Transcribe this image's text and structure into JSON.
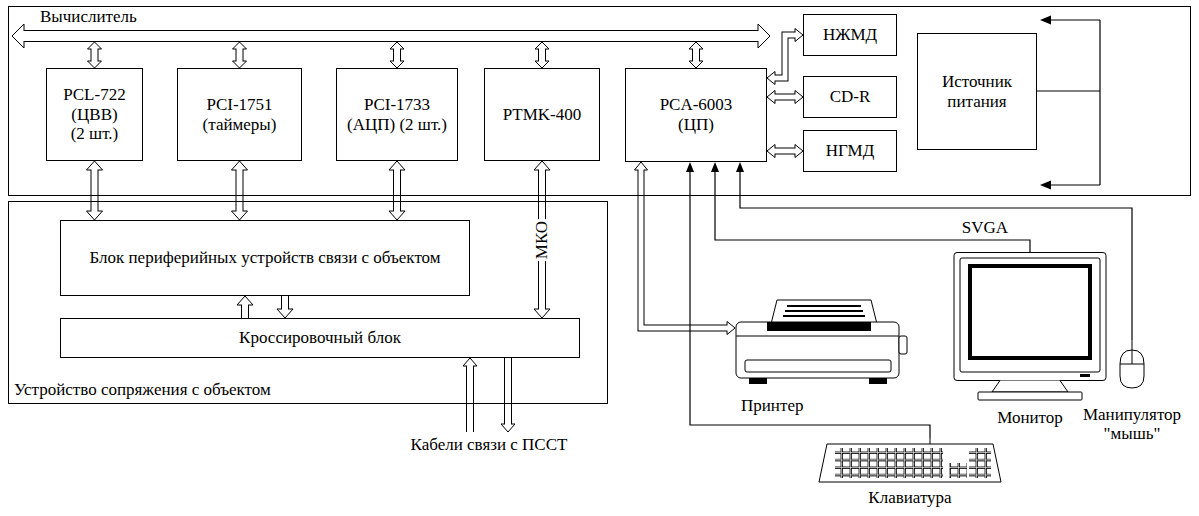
{
  "diagram": {
    "nodes": [
      {
        "text": [
          "Вычислитель"
        ]
      },
      {
        "text": [
          "PCL-722 (ЦВВ) (2 шт.)"
        ],
        "in": 0
      },
      {
        "text": [
          "PCI-1751 (таймеры)"
        ],
        "in": 0
      },
      {
        "text": [
          "PCI-1733 (АЦП) (2 шт.)"
        ],
        "in": 0
      },
      {
        "text": [
          "PTMK-400"
        ],
        "in": 0
      },
      {
        "text": [
          "PCA-6003 (ЦП)"
        ],
        "in": 0
      },
      {
        "text": [
          "НЖМД"
        ],
        "in": 0
      },
      {
        "text": [
          "CD-R"
        ],
        "in": 0
      },
      {
        "text": [
          "НГМД"
        ],
        "in": 0
      },
      {
        "text": [
          "Источник питания"
        ],
        "in": 0
      },
      {
        "text": [
          "Устройство сопряжения с объектом"
        ]
      },
      {
        "text": [
          "Блок периферийных устройств связи с объектом"
        ],
        "in": 10
      },
      {
        "text": [
          "Кроссировочный блок"
        ],
        "in": 10
      },
      {
        "text": [
          "Принтер"
        ]
      },
      {
        "text": [
          "Монитор"
        ]
      },
      {
        "text": [
          "Клавиатура"
        ]
      },
      {
        "text": [
          "Манипулятор \"мышь\""
        ]
      }
    ],
    "edges": [
      {
        "from": 1,
        "to": 11,
        "arrow": "both"
      },
      {
        "from": 2,
        "to": 11,
        "arrow": "both"
      },
      {
        "from": 3,
        "to": 11,
        "arrow": "both"
      },
      {
        "from": 4,
        "to": 12,
        "arrow": "both",
        "label": "МКО"
      },
      {
        "from": 12,
        "to": 11,
        "arrow": "to"
      },
      {
        "from": 11,
        "to": 12,
        "arrow": "to"
      },
      {
        "from": 5,
        "to": 6,
        "arrow": "both"
      },
      {
        "from": 5,
        "to": 7,
        "arrow": "both"
      },
      {
        "from": 5,
        "to": 8,
        "arrow": "both"
      },
      {
        "from": 5,
        "to": 13,
        "arrow": "both"
      },
      {
        "from": 14,
        "to": 5,
        "arrow": "to",
        "label": "SVGA"
      },
      {
        "from": 15,
        "to": 5,
        "arrow": "to"
      },
      {
        "from": 16,
        "to": 5,
        "arrow": "to"
      }
    ],
    "labels": [
      "Кабели связи с ПССТ"
    ]
  }
}
